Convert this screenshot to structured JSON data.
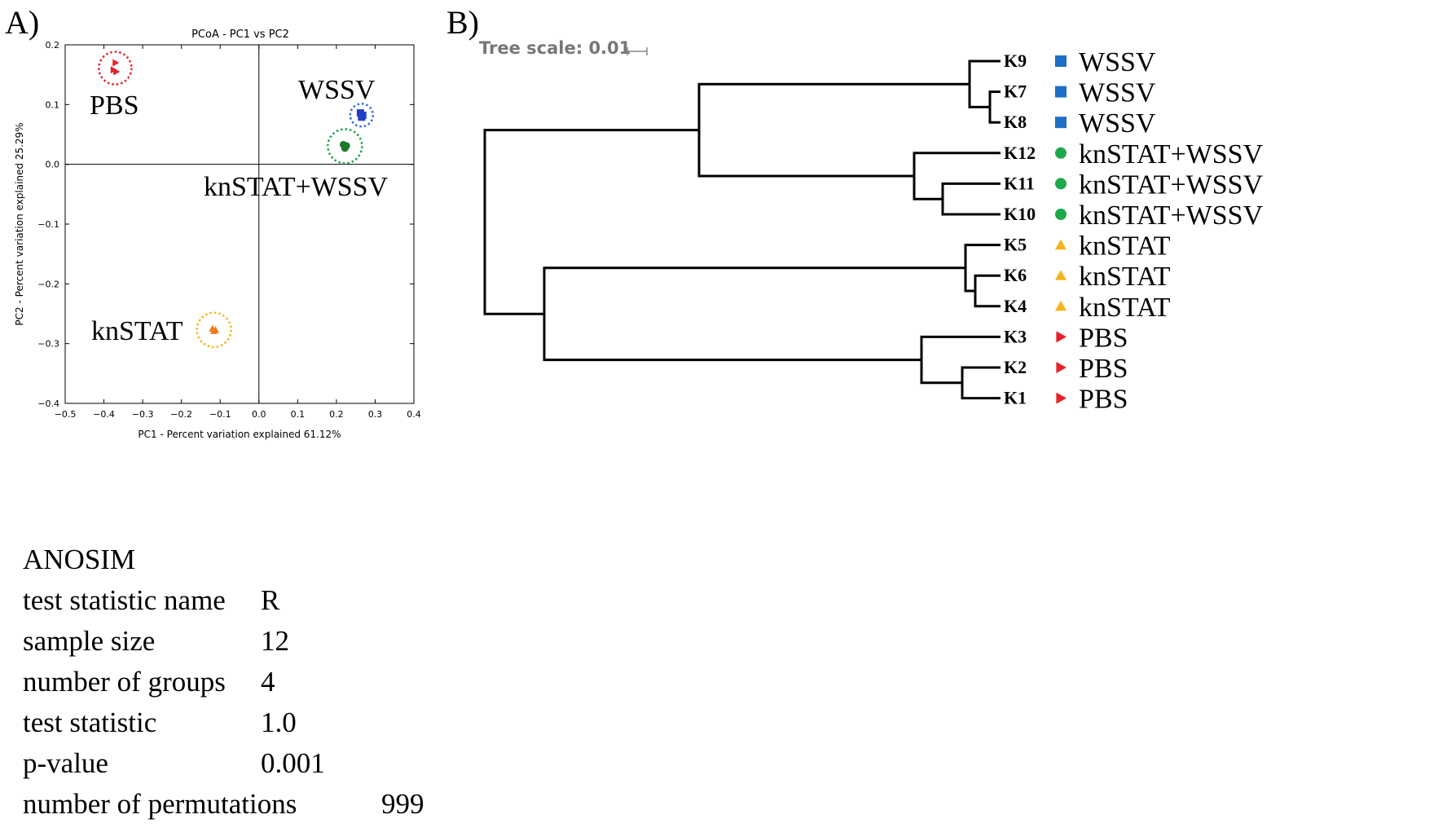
{
  "panels": {
    "a_label": "A)",
    "b_label": "B)"
  },
  "chart_data": [
    {
      "type": "scatter",
      "title": "PCoA - PC1 vs PC2",
      "xlabel": "PC1 - Percent variation explained 61.12%",
      "ylabel": "PC2 - Percent variation explained 25.29%",
      "xlim": [
        -0.5,
        0.4
      ],
      "ylim": [
        -0.4,
        0.2
      ],
      "xticks": [
        -0.5,
        -0.4,
        -0.3,
        -0.2,
        -0.1,
        0.0,
        0.1,
        0.2,
        0.3,
        0.4
      ],
      "xticklabels": [
        "−0.5",
        "−0.4",
        "−0.3",
        "−0.2",
        "−0.1",
        "0.0",
        "0.1",
        "0.2",
        "0.3",
        "0.4"
      ],
      "yticks": [
        -0.4,
        -0.3,
        -0.2,
        -0.1,
        0.0,
        0.1,
        0.2
      ],
      "yticklabels": [
        "−0.4",
        "−0.3",
        "−0.2",
        "−0.1",
        "0.0",
        "0.1",
        "0.2"
      ],
      "grid": false,
      "groups": [
        {
          "name": "PBS",
          "marker": "triangle-right",
          "color": "#e5222b",
          "circle_color": "#e5222b",
          "points": [
            [
              -0.37,
              0.17
            ],
            [
              -0.375,
              0.158
            ],
            [
              -0.368,
              0.155
            ]
          ]
        },
        {
          "name": "WSSV",
          "marker": "square",
          "color": "#1f3fc6",
          "circle_color": "#2e6fd8",
          "points": [
            [
              0.262,
              0.086
            ],
            [
              0.268,
              0.082
            ],
            [
              0.265,
              0.079
            ]
          ]
        },
        {
          "name": "knSTAT+WSSV",
          "marker": "circle",
          "color": "#1d7a2a",
          "circle_color": "#22a14a",
          "points": [
            [
              0.218,
              0.033
            ],
            [
              0.226,
              0.031
            ],
            [
              0.222,
              0.027
            ]
          ]
        },
        {
          "name": "knSTAT",
          "marker": "triangle-up",
          "color": "#ef7a1a",
          "circle_color": "#f4b51c",
          "points": [
            [
              -0.12,
              -0.275
            ],
            [
              -0.112,
              -0.277
            ],
            [
              -0.116,
              -0.279
            ]
          ]
        }
      ]
    },
    {
      "type": "dendrogram",
      "scale_label": "Tree scale: 0.01",
      "tree": "(((K9,(K7,K8)),(K12,(K11,K10))),((K5,(K6,K4)),(K3,(K2,K1))))",
      "leaves": [
        {
          "id": "K9",
          "group": "WSSV",
          "marker": "square",
          "color": "#1f6fc6"
        },
        {
          "id": "K7",
          "group": "WSSV",
          "marker": "square",
          "color": "#1f6fc6"
        },
        {
          "id": "K8",
          "group": "WSSV",
          "marker": "square",
          "color": "#1f6fc6"
        },
        {
          "id": "K12",
          "group": "knSTAT+WSSV",
          "marker": "circle",
          "color": "#1fa84a"
        },
        {
          "id": "K11",
          "group": "knSTAT+WSSV",
          "marker": "circle",
          "color": "#1fa84a"
        },
        {
          "id": "K10",
          "group": "knSTAT+WSSV",
          "marker": "circle",
          "color": "#1fa84a"
        },
        {
          "id": "K5",
          "group": "knSTAT",
          "marker": "triangle-up",
          "color": "#f4b51c"
        },
        {
          "id": "K6",
          "group": "knSTAT",
          "marker": "triangle-up",
          "color": "#f4b51c"
        },
        {
          "id": "K4",
          "group": "knSTAT",
          "marker": "triangle-up",
          "color": "#f4b51c"
        },
        {
          "id": "K3",
          "group": "PBS",
          "marker": "triangle-right",
          "color": "#e5222b"
        },
        {
          "id": "K2",
          "group": "PBS",
          "marker": "triangle-right",
          "color": "#e5222b"
        },
        {
          "id": "K1",
          "group": "PBS",
          "marker": "triangle-right",
          "color": "#e5222b"
        }
      ]
    }
  ],
  "anosim": {
    "title": "ANOSIM",
    "rows": [
      {
        "key": "test statistic name",
        "value": "R"
      },
      {
        "key": "sample size",
        "value": "12"
      },
      {
        "key": "number of groups",
        "value": "4"
      },
      {
        "key": "test statistic",
        "value": "1.0"
      },
      {
        "key": "p-value",
        "value": "0.001"
      },
      {
        "key": "number of permutations",
        "value": "999"
      }
    ]
  }
}
